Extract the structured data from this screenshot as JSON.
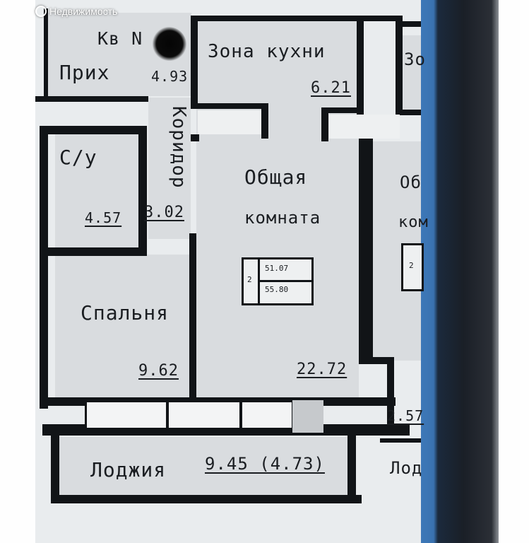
{
  "watermark": {
    "text": "Недвижимость",
    "icon": "logo-icon"
  },
  "plan": {
    "apartment": {
      "label": "Кв N"
    },
    "rooms": {
      "hall": {
        "name": "Прих",
        "area": "4.93"
      },
      "kitchen": {
        "name": "Зона кухни",
        "area": "6.21"
      },
      "corridor": {
        "name": "Коридор",
        "area": "3.02"
      },
      "bathroom": {
        "name": "С/у",
        "area": "4.57"
      },
      "common": {
        "name_line1": "Общая",
        "name_line2": "комната",
        "area": "22.72"
      },
      "bedroom": {
        "name": "Спальня",
        "area": "9.62"
      },
      "loggia": {
        "name": "Лоджия",
        "area": "9.45 (4.73)"
      }
    },
    "stamp": {
      "rooms": "2",
      "living": "51.07",
      "total": "55.80"
    },
    "neighbor": {
      "kitchen_fragment": "Зо",
      "common_line1": "Об",
      "common_line2": "ком",
      "stamp_fragment": "2",
      "area_fragment": "2.57",
      "loggia_fragment": "Лод"
    }
  }
}
